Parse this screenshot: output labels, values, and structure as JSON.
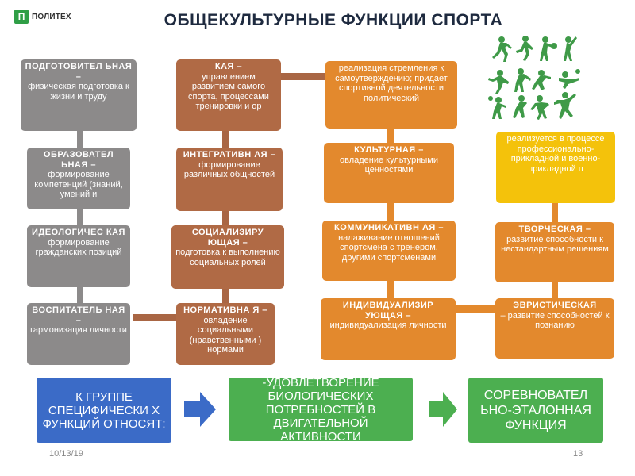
{
  "logo": {
    "mark": "П",
    "text": "ПОЛИТЕХ"
  },
  "title": "ОБЩЕКУЛЬТУРНЫЕ ФУНКЦИИ СПОРТА",
  "col1": [
    {
      "head": "ПОДГОТОВИТЕЛ ЬНАЯ –",
      "body": "физическая подготовка к жизни и труду"
    },
    {
      "head": "ОБРАЗОВАТЕЛ ЬНАЯ –",
      "body": "формирование компетенций (знаний, умений и"
    },
    {
      "head": "ИДЕОЛОГИЧЕС КАЯ",
      "body": "формирование гражданских позиций"
    },
    {
      "head": "ВОСПИТАТЕЛЬ НАЯ –",
      "body": "гармонизация личности"
    }
  ],
  "col2": [
    {
      "head": "КАЯ –",
      "body": "управлением развитием самого спорта, процессами тренировки и ор"
    },
    {
      "head": "ИНТЕГРАТИВН АЯ –",
      "body": "формирование различных общностей"
    },
    {
      "head": "СОЦИАЛИЗИРУ ЮЩАЯ –",
      "body": "подготовка к выполнению социальных ролей"
    },
    {
      "head": "НОРМАТИВНА Я –",
      "body": "овладение социальными (нравственными ) нормами"
    }
  ],
  "col3": [
    {
      "head": "",
      "body": "реализация стремления к самоутверждению; придает спортивной деятельности политический"
    },
    {
      "head": "КУЛЬТУРНАЯ –",
      "body": "овладение культурными ценностями"
    },
    {
      "head": "КОММУНИКАТИВН АЯ –",
      "body": "налаживание отношений спортсмена с тренером, другими спортсменами"
    },
    {
      "head": "ИНДИВИДУАЛИЗИР УЮЩАЯ –",
      "body": "индивидуализация личности"
    }
  ],
  "col4": [
    {
      "head": "",
      "body": "реализуется в процессе профессионально-прикладной и военно-прикладной п"
    },
    {
      "head": "ТВОРЧЕСКАЯ –",
      "body": "развитие способности к нестандартным решениям"
    },
    {
      "head": "ЭВРИСТИЧЕСКАЯ",
      "body": "– развитие способностей к познанию"
    }
  ],
  "bottom": {
    "left": "К ГРУППЕ СПЕЦИФИЧЕСКИ Х ФУНКЦИЙ ОТНОСЯТ:",
    "middle": "-УДОВЛЕТВОРЕНИЕ БИОЛОГИЧЕСКИХ ПОТРЕБНОСТЕЙ В ДВИГАТЕЛЬНОЙ АКТИВНОСТИ",
    "right": "СОРЕВНОВАТЕЛ ЬНО-ЭТАЛОННАЯ ФУНКЦИЯ"
  },
  "footer": {
    "date": "10/13/19",
    "page": "13"
  },
  "colors": {
    "gray": "#8c8a8a",
    "brown": "#b06a45",
    "orange": "#e3892d",
    "yellow": "#f4c20b",
    "blue": "#3b6bc7",
    "green": "#4caf50",
    "silhouettes": "#3f9a48"
  },
  "icons": [
    "sports-silhouettes-icon",
    "arrow-right-icon"
  ]
}
